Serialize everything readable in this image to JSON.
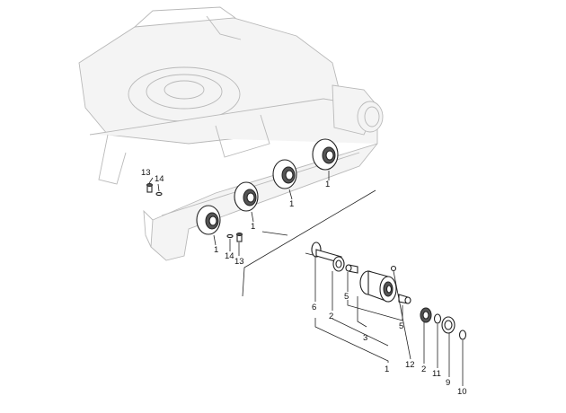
{
  "callouts": {
    "c1": "1",
    "c2": "1",
    "c3": "1",
    "c4": "1",
    "c13a": "13",
    "c14a": "14",
    "c14b": "14",
    "c13b": "13",
    "e6": "6",
    "e2a": "2",
    "e5a": "5",
    "e5b": "5",
    "e3": "3",
    "e1": "1",
    "e12": "12",
    "e2b": "2",
    "e11": "11",
    "e9": "9",
    "e10": "10"
  }
}
